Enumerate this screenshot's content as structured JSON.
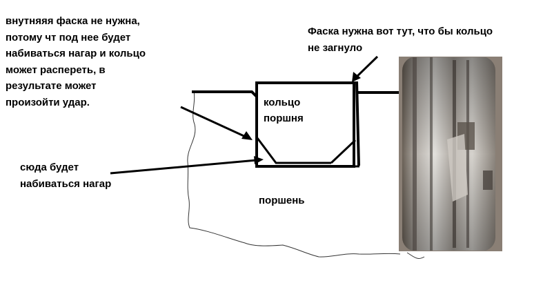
{
  "annotations": {
    "inner_chamfer_note": "внутняяя фаска не нужна,\nпотому чт под нее будет\nнабиваться нагар и кольцо\nможет распереть, в\nрезультате может\nпроизойти удар.",
    "outer_chamfer_note": "Фаска нужна вот тут, что бы кольцо\nне загнуло",
    "carbon_note": "сюда будет\nнабиваться нагар"
  },
  "labels": {
    "ring": "кольцо\nпоршня",
    "piston": "поршень"
  },
  "colors": {
    "ink": "#000000",
    "background": "#ffffff",
    "sketch_line": "#333333",
    "metal_light": "#d8d8d8",
    "metal_dark": "#6a6a6a"
  }
}
